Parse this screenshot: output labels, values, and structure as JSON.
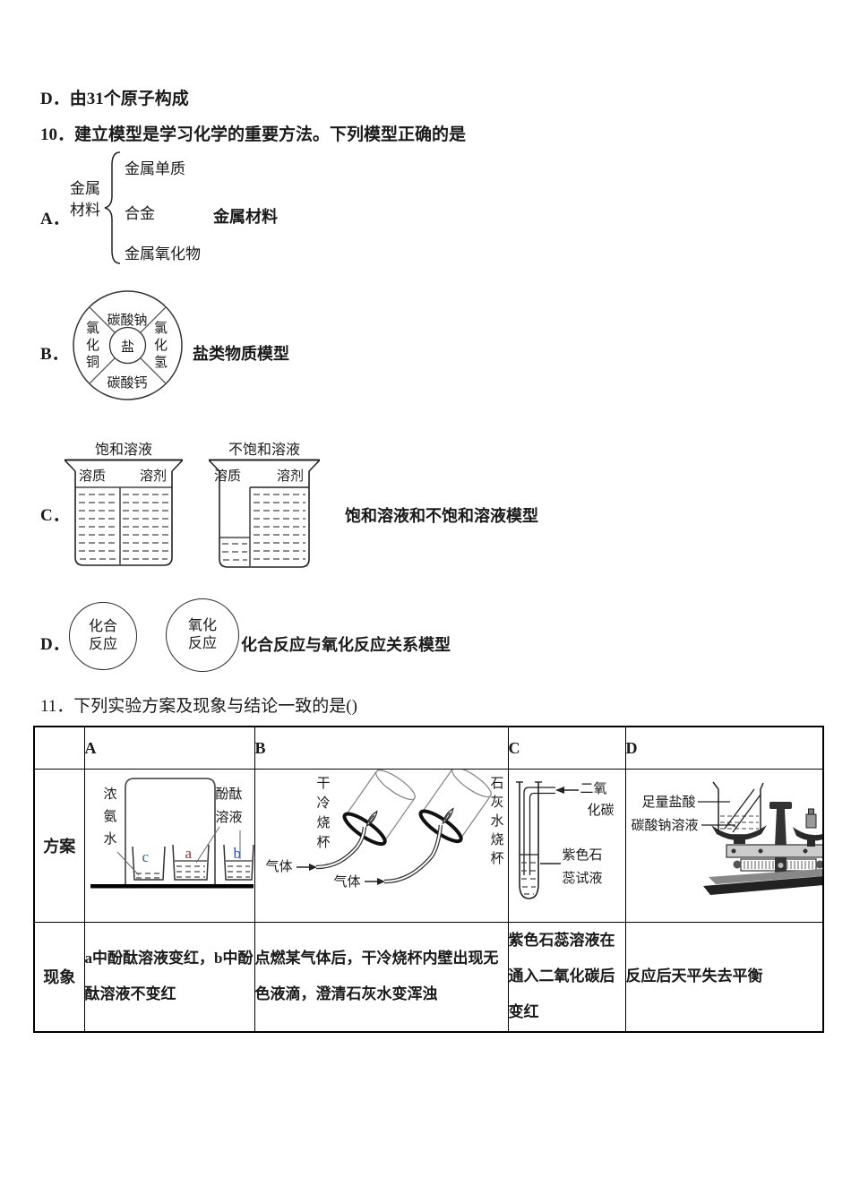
{
  "texts": {
    "line_d": "D．由31个原子构成",
    "q10_stem": "10．建立模型是学习化学的重要方法。下列模型正确的是",
    "q11_stem": "11．下列实验方案及现象与结论一致的是()"
  },
  "optionA": {
    "letter": "A．",
    "head1": "金属",
    "head2": "材料",
    "item1": "金属单质",
    "item2": "合金",
    "item3": "金属氧化物",
    "label": "金属材料"
  },
  "optionB": {
    "letter": "B．",
    "top": "碳酸钠",
    "left": "氯化铜",
    "center": "盐",
    "right": "氯化氢",
    "bottom": "碳酸钙",
    "label": "盐类物质模型"
  },
  "optionC": {
    "letter": "C．",
    "beaker1_title": "饱和溶液",
    "beaker1_solute": "溶质",
    "beaker1_solvent": "溶剂",
    "beaker2_title": "不饱和溶液",
    "beaker2_solute": "溶质",
    "beaker2_solvent": "溶剂",
    "label": "饱和溶液和不饱和溶液模型"
  },
  "optionD": {
    "letter": "D．",
    "c1l1": "化合",
    "c1l2": "反应",
    "c2l1": "氧化",
    "c2l2": "反应",
    "label": "化合反应与氧化反应关系模型"
  },
  "table": {
    "headers": {
      "a": "A",
      "b": "B",
      "c": "C",
      "d": "D"
    },
    "row_scheme": "方案",
    "row_phenomenon": "现象",
    "schemeA": {
      "ammonia": "浓氨水",
      "phenolphthalein1": "酚酞",
      "phenolphthalein2": "溶液",
      "beaker_c": "c",
      "beaker_a": "a",
      "beaker_b": "b"
    },
    "schemeB": {
      "dry_beaker": "干冷烧杯",
      "gas1": "气体",
      "gas2": "气体",
      "lime_beaker": "石灰水烧杯"
    },
    "schemeC": {
      "co2a": "二氧",
      "co2b": "化碳",
      "litmus1": "紫色石",
      "litmus2": "蕊试液"
    },
    "schemeD": {
      "acid": "足量盐酸",
      "salt": "碳酸钠溶液"
    },
    "phenA": "a中酚酞溶液变红，b中酚酞溶液不变红",
    "phenB": "点燃某气体后，干冷烧杯内壁出现无色液滴，澄清石灰水变浑浊",
    "phenC": "紫色石蕊溶液在通入二氧化碳后变红",
    "phenD": "反应后天平失去平衡"
  },
  "colors": {
    "letter_c": "#2b6777",
    "letter_a": "#8a3a2e",
    "letter_b": "#2b4fd0"
  }
}
